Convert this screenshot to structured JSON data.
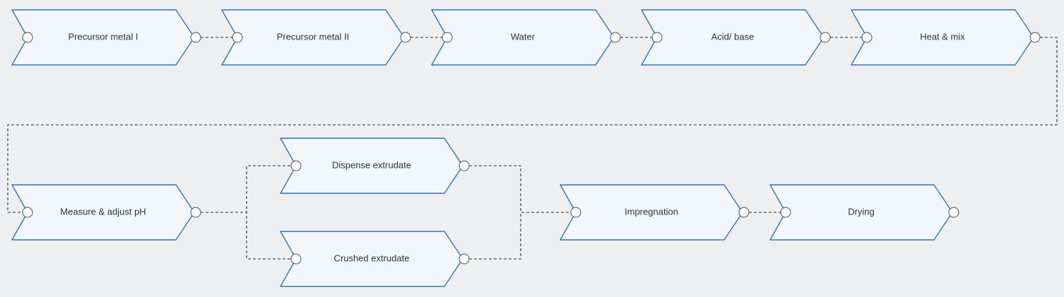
{
  "flow": {
    "steps": [
      {
        "id": "precursor-metal-1",
        "label": "Precursor metal I"
      },
      {
        "id": "precursor-metal-2",
        "label": "Precursor metal II"
      },
      {
        "id": "water",
        "label": "Water"
      },
      {
        "id": "acid-base",
        "label": "Acid/ base"
      },
      {
        "id": "heat-mix",
        "label": "Heat & mix"
      },
      {
        "id": "measure-adjust-ph",
        "label": "Measure & adjust pH"
      },
      {
        "id": "dispense-extrudate",
        "label": "Dispense extrudate"
      },
      {
        "id": "crushed-extrudate",
        "label": "Crushed extrudate"
      },
      {
        "id": "impregnation",
        "label": "Impregnation"
      },
      {
        "id": "drying",
        "label": "Drying"
      }
    ],
    "links": [
      [
        "precursor-metal-1",
        "precursor-metal-2"
      ],
      [
        "precursor-metal-2",
        "water"
      ],
      [
        "water",
        "acid-base"
      ],
      [
        "acid-base",
        "heat-mix"
      ],
      [
        "heat-mix",
        "measure-adjust-ph"
      ],
      [
        "measure-adjust-ph",
        "dispense-extrudate"
      ],
      [
        "measure-adjust-ph",
        "crushed-extrudate"
      ],
      [
        "dispense-extrudate",
        "impregnation"
      ],
      [
        "crushed-extrudate",
        "impregnation"
      ],
      [
        "impregnation",
        "drying"
      ]
    ],
    "colors": {
      "node_fill": "#f1f7fd",
      "node_border": "#2f75bd",
      "connector": "#2a2d31",
      "port_fill": "#ffffff",
      "background": "#eeeff0"
    }
  }
}
